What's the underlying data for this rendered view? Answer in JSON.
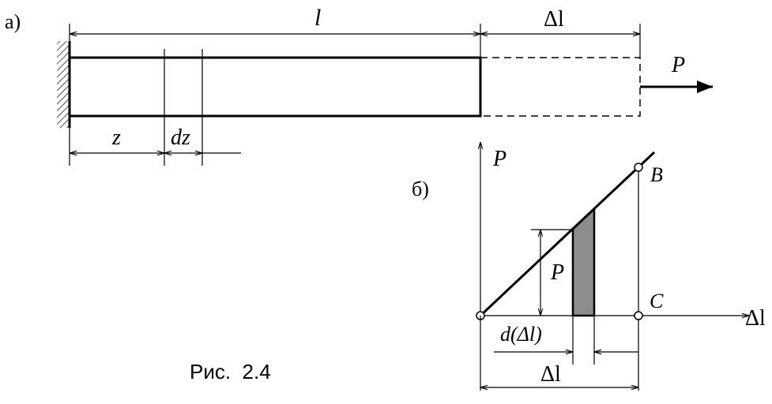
{
  "part_a": {
    "label": "а)",
    "length_label": "l",
    "elongation_label": "Δl",
    "force_label": "P",
    "z_label": "z",
    "dz_label": "dz"
  },
  "part_b": {
    "label": "б)",
    "y_axis_label": "P",
    "x_axis_label": "Δl",
    "point_b_label": "B",
    "point_c_label": "C",
    "inner_p_label": "P",
    "d_delta_label": "d(Δl)",
    "bottom_delta_label": "Δl"
  },
  "caption": "Рис.  2.4",
  "colors": {
    "line": "#000000",
    "shaded_strip": "#8c8c8c",
    "background": "#ffffff"
  }
}
